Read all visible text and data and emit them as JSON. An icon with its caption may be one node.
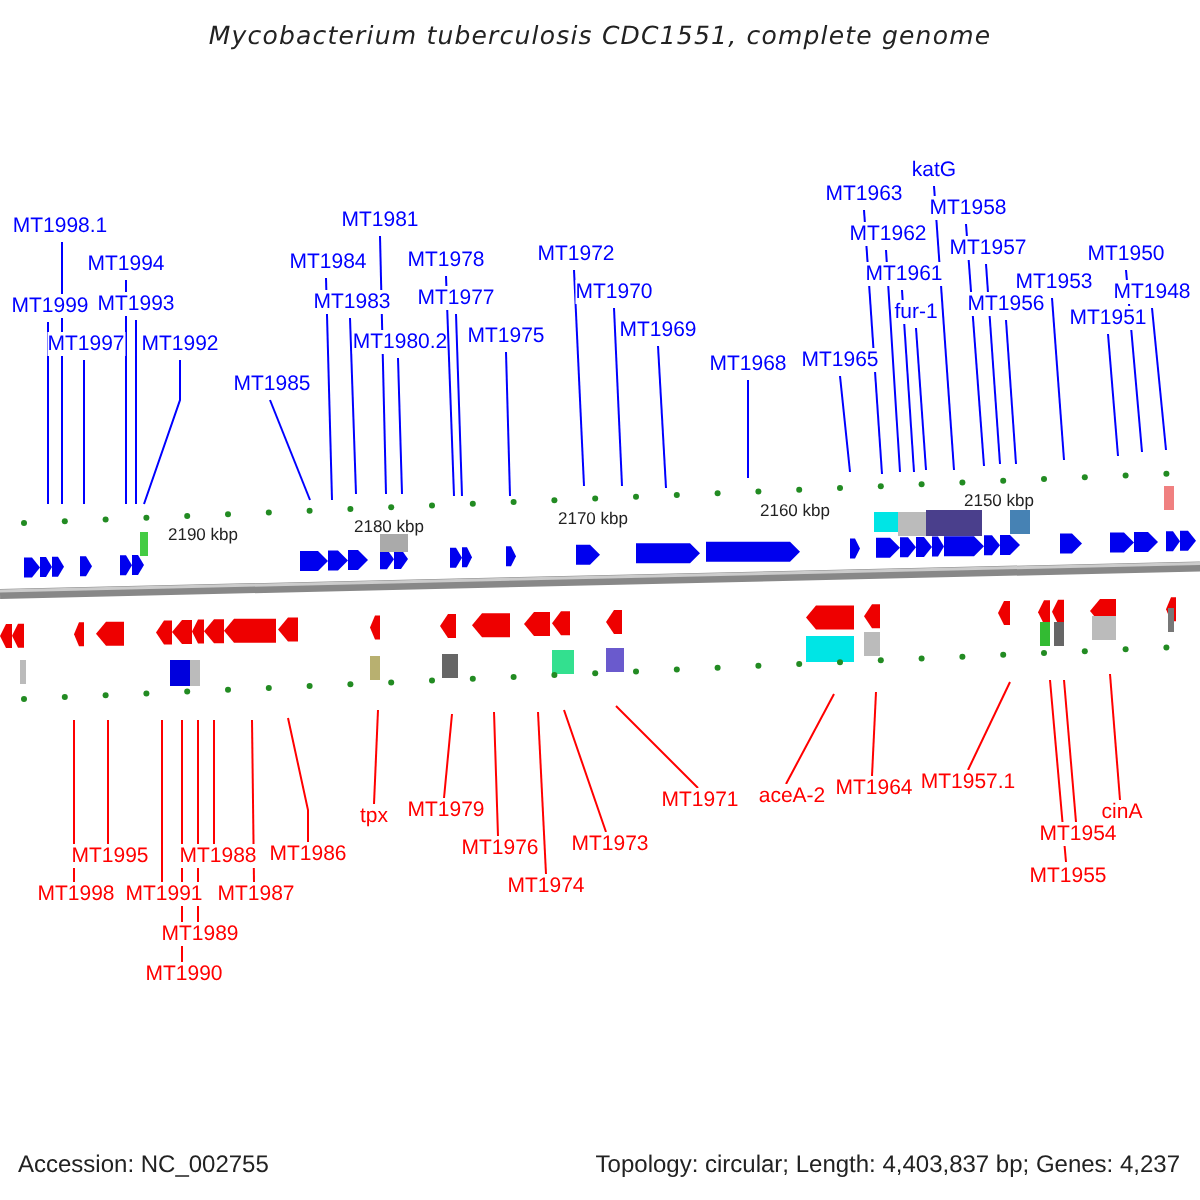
{
  "diagram": {
    "title": "Mycobacterium tuberculosis CDC1551, complete genome",
    "nodes": [
      {
        "text": [
          "MT1998.1"
        ]
      },
      {
        "text": [
          "MT1999"
        ]
      },
      {
        "text": [
          "MT1997"
        ]
      },
      {
        "text": [
          "MT1994"
        ]
      },
      {
        "text": [
          "MT1993"
        ]
      },
      {
        "text": [
          "MT1992"
        ]
      },
      {
        "text": [
          "MT1985"
        ]
      },
      {
        "text": [
          "MT1984"
        ]
      },
      {
        "text": [
          "MT1983"
        ]
      },
      {
        "text": [
          "MT1981"
        ]
      },
      {
        "text": [
          "MT1980.2"
        ]
      },
      {
        "text": [
          "MT1978"
        ]
      },
      {
        "text": [
          "MT1977"
        ]
      },
      {
        "text": [
          "MT1975"
        ]
      },
      {
        "text": [
          "MT1972"
        ]
      },
      {
        "text": [
          "MT1970"
        ]
      },
      {
        "text": [
          "MT1969"
        ]
      },
      {
        "text": [
          "MT1968"
        ]
      },
      {
        "text": [
          "MT1965"
        ]
      },
      {
        "text": [
          "MT1963"
        ]
      },
      {
        "text": [
          "MT1962"
        ]
      },
      {
        "text": [
          "MT1961"
        ]
      },
      {
        "text": [
          "fur-1"
        ]
      },
      {
        "text": [
          "katG"
        ]
      },
      {
        "text": [
          "MT1958"
        ]
      },
      {
        "text": [
          "MT1957"
        ]
      },
      {
        "text": [
          "MT1956"
        ]
      },
      {
        "text": [
          "MT1953"
        ]
      },
      {
        "text": [
          "MT1951"
        ]
      },
      {
        "text": [
          "MT1950"
        ]
      },
      {
        "text": [
          "MT1948"
        ]
      },
      {
        "text": [
          "MT1995"
        ]
      },
      {
        "text": [
          "MT1998"
        ]
      },
      {
        "text": [
          "MT1991"
        ]
      },
      {
        "text": [
          "MT1988"
        ]
      },
      {
        "text": [
          "MT1989"
        ]
      },
      {
        "text": [
          "MT1990"
        ]
      },
      {
        "text": [
          "MT1987"
        ]
      },
      {
        "text": [
          "MT1986"
        ]
      },
      {
        "text": [
          "tpx"
        ]
      },
      {
        "text": [
          "MT1979"
        ]
      },
      {
        "text": [
          "MT1976"
        ]
      },
      {
        "text": [
          "MT1974"
        ]
      },
      {
        "text": [
          "MT1973"
        ]
      },
      {
        "text": [
          "MT1971"
        ]
      },
      {
        "text": [
          "aceA-2"
        ]
      },
      {
        "text": [
          "MT1964"
        ]
      },
      {
        "text": [
          "MT1957.1"
        ]
      },
      {
        "text": [
          "MT1954"
        ]
      },
      {
        "text": [
          "MT1955"
        ]
      },
      {
        "text": [
          "cinA"
        ]
      }
    ],
    "edges": [
      {
        "from": 0,
        "to": null,
        "arrow": "none"
      },
      {
        "from": 1,
        "to": null,
        "arrow": "none"
      },
      {
        "from": 2,
        "to": null,
        "arrow": "none"
      },
      {
        "from": 3,
        "to": null,
        "arrow": "none"
      },
      {
        "from": 4,
        "to": null,
        "arrow": "none"
      },
      {
        "from": 5,
        "to": null,
        "arrow": "none"
      },
      {
        "from": 6,
        "to": null,
        "arrow": "none"
      },
      {
        "from": 7,
        "to": null,
        "arrow": "none"
      },
      {
        "from": 8,
        "to": null,
        "arrow": "none"
      },
      {
        "from": 9,
        "to": null,
        "arrow": "none"
      },
      {
        "from": 10,
        "to": null,
        "arrow": "none"
      },
      {
        "from": 11,
        "to": null,
        "arrow": "none"
      },
      {
        "from": 12,
        "to": null,
        "arrow": "none"
      },
      {
        "from": 13,
        "to": null,
        "arrow": "none"
      },
      {
        "from": 14,
        "to": null,
        "arrow": "none"
      },
      {
        "from": 15,
        "to": null,
        "arrow": "none"
      },
      {
        "from": 16,
        "to": null,
        "arrow": "none"
      },
      {
        "from": 17,
        "to": null,
        "arrow": "none"
      },
      {
        "from": 18,
        "to": null,
        "arrow": "none"
      },
      {
        "from": 19,
        "to": null,
        "arrow": "none"
      },
      {
        "from": 20,
        "to": null,
        "arrow": "none"
      },
      {
        "from": 21,
        "to": null,
        "arrow": "none"
      },
      {
        "from": 22,
        "to": null,
        "arrow": "none"
      },
      {
        "from": 23,
        "to": null,
        "arrow": "none"
      },
      {
        "from": 24,
        "to": null,
        "arrow": "none"
      },
      {
        "from": 25,
        "to": null,
        "arrow": "none"
      },
      {
        "from": 26,
        "to": null,
        "arrow": "none"
      },
      {
        "from": 27,
        "to": null,
        "arrow": "none"
      },
      {
        "from": 28,
        "to": null,
        "arrow": "none"
      },
      {
        "from": 29,
        "to": null,
        "arrow": "none"
      },
      {
        "from": 30,
        "to": null,
        "arrow": "none"
      },
      {
        "from": 31,
        "to": null,
        "arrow": "none",
        "color": "#ff0000"
      },
      {
        "from": 32,
        "to": null,
        "arrow": "none",
        "color": "#ff0000"
      },
      {
        "from": 33,
        "to": null,
        "arrow": "none",
        "color": "#ff0000"
      },
      {
        "from": 34,
        "to": null,
        "arrow": "none",
        "color": "#ff0000"
      },
      {
        "from": 35,
        "to": null,
        "arrow": "none",
        "color": "#ff0000"
      },
      {
        "from": 36,
        "to": null,
        "arrow": "none",
        "color": "#ff0000"
      },
      {
        "from": 37,
        "to": null,
        "arrow": "none",
        "color": "#ff0000"
      },
      {
        "from": 38,
        "to": null,
        "arrow": "none",
        "color": "#ff0000"
      },
      {
        "from": 39,
        "to": null,
        "arrow": "none",
        "color": "#ff0000"
      },
      {
        "from": 40,
        "to": null,
        "arrow": "none",
        "color": "#ff0000"
      },
      {
        "from": 41,
        "to": null,
        "arrow": "none",
        "color": "#ff0000"
      },
      {
        "from": 42,
        "to": null,
        "arrow": "none",
        "color": "#ff0000"
      },
      {
        "from": 43,
        "to": null,
        "arrow": "none",
        "color": "#ff0000"
      },
      {
        "from": 44,
        "to": null,
        "arrow": "none",
        "color": "#ff0000"
      },
      {
        "from": 45,
        "to": null,
        "arrow": "none",
        "color": "#ff0000"
      },
      {
        "from": 46,
        "to": null,
        "arrow": "none",
        "color": "#ff0000"
      },
      {
        "from": 47,
        "to": null,
        "arrow": "none",
        "color": "#ff0000"
      },
      {
        "from": 48,
        "to": null,
        "arrow": "none",
        "color": "#ff0000"
      },
      {
        "from": 49,
        "to": null,
        "arrow": "none",
        "color": "#ff0000"
      },
      {
        "from": 50,
        "to": null,
        "arrow": "none",
        "color": "#ff0000"
      }
    ],
    "labels": [
      "2190 kbp",
      "2180 kbp",
      "2170 kbp",
      "2160 kbp",
      "2150 kbp",
      "Accession: NC_002755",
      "Topology: circular; Length: 4,403,837 bp; Genes: 4,237"
    ]
  }
}
